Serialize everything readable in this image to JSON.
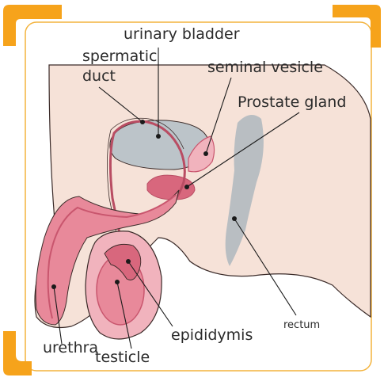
{
  "colors": {
    "frame_accent": "#f6a31b",
    "frame_border": "#f3b33d",
    "skin": "#f6e2d8",
    "organ_pink": "#e8899a",
    "organ_dark": "#c9566e",
    "bladder_grey": "#bcc4c9",
    "rectum_grey": "#b9bec2",
    "leader_line": "#1a1a1a"
  },
  "labels": {
    "urinary_bladder": "urinary bladder",
    "spermatic_duct_line1": "spermatic",
    "spermatic_duct_line2": "duct",
    "seminal_vesicle": "seminal vesicle",
    "prostate_gland": "Prostate gland",
    "rectum": "rectum",
    "epididymis": "epididymis",
    "urethra": "urethra",
    "testicle": "testicle"
  }
}
